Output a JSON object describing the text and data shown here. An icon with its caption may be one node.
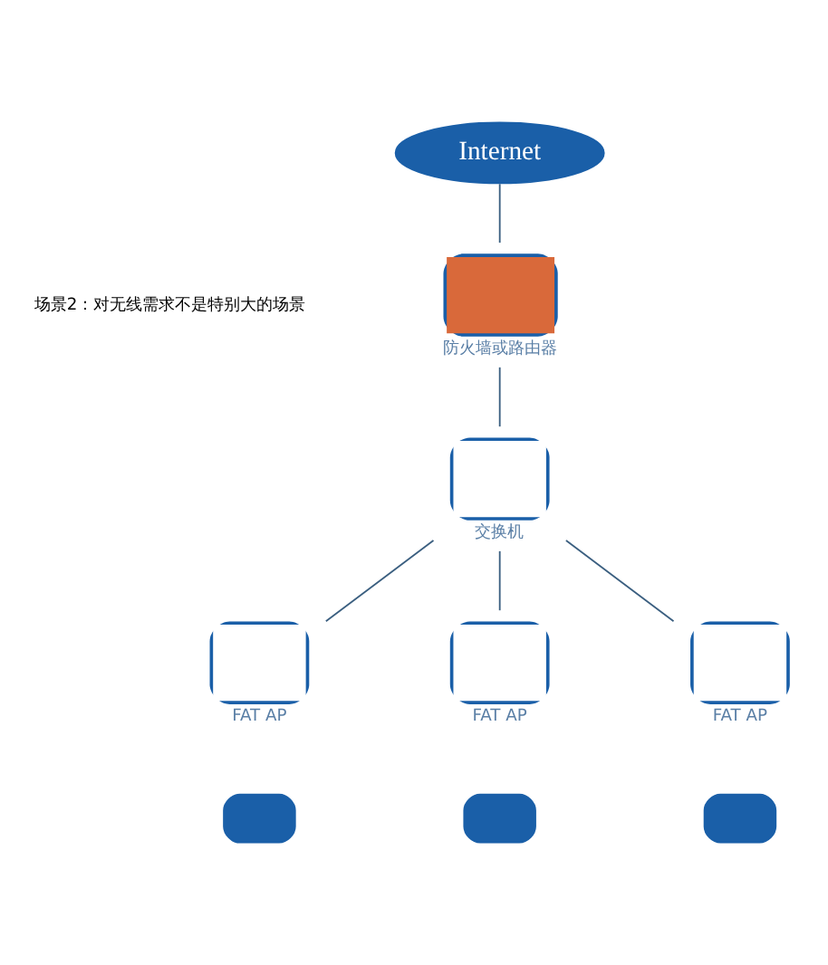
{
  "diagram": {
    "nodes": [
      {
        "text": [
          "Internet"
        ]
      },
      {
        "text": [
          "防火墙或路由器"
        ]
      },
      {
        "text": [
          "交换机"
        ]
      },
      {
        "text": [
          "FAT AP"
        ]
      },
      {
        "text": [
          "FAT AP"
        ]
      },
      {
        "text": [
          "FAT AP"
        ]
      },
      {
        "text": [],
        "shape": "box"
      },
      {
        "text": [],
        "shape": "box"
      },
      {
        "text": [],
        "shape": "box"
      }
    ],
    "edges": [
      {
        "from": 0,
        "to": 1,
        "arrow": "none"
      },
      {
        "from": 1,
        "to": 2,
        "arrow": "none"
      },
      {
        "from": 2,
        "to": 3,
        "arrow": "none"
      },
      {
        "from": 2,
        "to": 4,
        "arrow": "none"
      },
      {
        "from": 2,
        "to": 5,
        "arrow": "none"
      }
    ],
    "labels": [
      "场景2：对无线需求不是特别大的场景"
    ]
  }
}
